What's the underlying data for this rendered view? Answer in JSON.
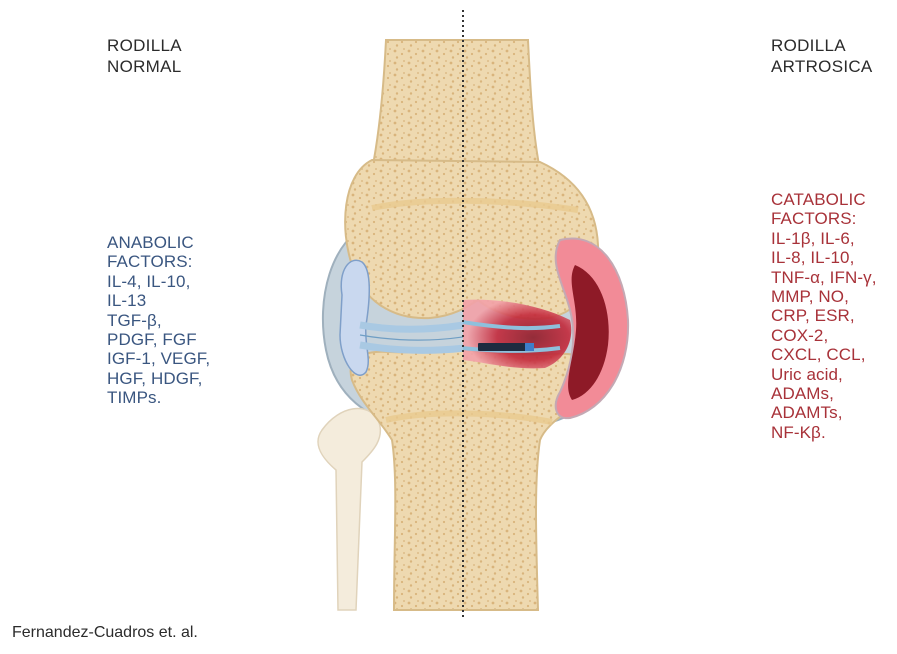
{
  "left_panel": {
    "heading_lines": [
      "RODILLA",
      "NORMAL"
    ],
    "factor_lines": [
      "ANABOLIC",
      "FACTORS:",
      "IL-4, IL-10,",
      "IL-13",
      "TGF-β,",
      "PDGF, FGF",
      "IGF-1, VEGF,",
      "HGF, HDGF,",
      "TIMPs."
    ],
    "text_color": "#3a5680"
  },
  "right_panel": {
    "heading_lines": [
      "RODILLA",
      "ARTROSICA"
    ],
    "factor_lines": [
      "CATABOLIC",
      "FACTORS:",
      "IL-1β, IL-6,",
      "IL-8, IL-10,",
      "TNF-α, IFN-γ,",
      "MMP, NO,",
      "CRP, ESR,",
      "COX-2,",
      "CXCL, CCL,",
      "Uric acid,",
      "ADAMs,",
      "ADAMTs,",
      "NF-Kβ."
    ],
    "text_color": "#a83239"
  },
  "citation": "Fernandez-Cuadros et. al.",
  "illustration": {
    "bone_color": "#eed9b0",
    "bone_outline": "#d7bb88",
    "capsule_color": "#c6d3dc",
    "synovium_normal": "#c9d8ef",
    "inflammation_color": "#e6374a",
    "inflammation_dark": "#8e1a27"
  }
}
